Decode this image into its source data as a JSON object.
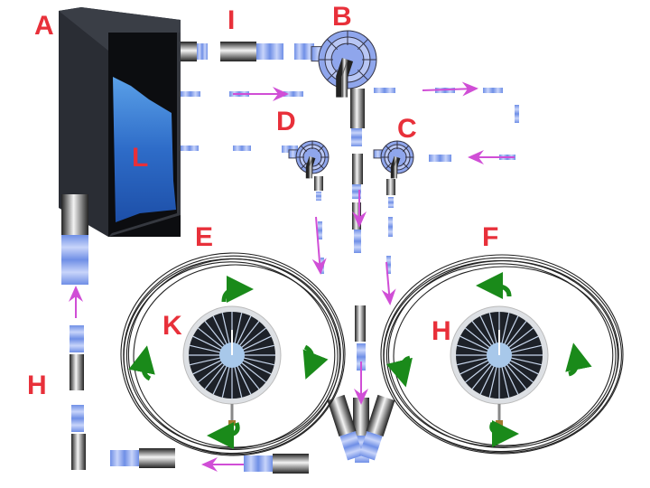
{
  "labels": {
    "tank": "A",
    "large_pump": "B",
    "right_pump": "C",
    "left_pump": "D",
    "left_chamber": "E",
    "right_chamber": "F",
    "left_pipe": "H",
    "right_fan": "H",
    "top_pipe": "I",
    "left_fan": "K",
    "liquid": "L"
  },
  "colors": {
    "label": "#e8303a",
    "flow_arrow": "#d04ed6",
    "rotation_arrow": "#1a8a1a",
    "pipe_blue": "#7f9ae8",
    "tank": "#2a2d34"
  }
}
